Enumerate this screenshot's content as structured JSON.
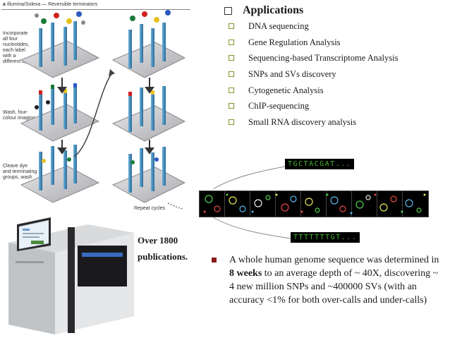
{
  "diagram": {
    "title_prefix": "a",
    "title": "Illumina/Solexa — Reversible terminators",
    "step1": [
      "Incorporate",
      "all four",
      "nucleotides,",
      "each label",
      "with a",
      "different dye"
    ],
    "step2": [
      "Wash, four-",
      "colour imaging"
    ],
    "step3": [
      "Cleave dye",
      "and terminating",
      "groups, wash"
    ],
    "repeat": "Repeat cycles"
  },
  "applications": {
    "title": "Applications",
    "items": [
      "DNA sequencing",
      "Gene Regulation Analysis",
      "Sequencing-based Transcriptome Analysis",
      "SNPs and SVs discovery",
      "Cytogenetic Analysis",
      "ChIP-sequencing",
      "Small RNA discovery analysis"
    ]
  },
  "sequencing": {
    "read1": "TGCTACGAT...",
    "read2": "TTTTTTTGT..."
  },
  "publications": {
    "line1": "Over 1800",
    "line2": "publications."
  },
  "genome": {
    "text_before": "A whole human genome sequence was determined in ",
    "bold": "8 weeks",
    "text_after": " to an average depth of ~ 40X, discovering ~ 4 new million SNPs and ~400000 SVs (with an accuracy <1% for both over-calls and under-calls)"
  },
  "colors": {
    "bullet_border": "#7a9a2a",
    "genome_bullet": "#8a1c1c",
    "seq_text": "#44b62e"
  }
}
